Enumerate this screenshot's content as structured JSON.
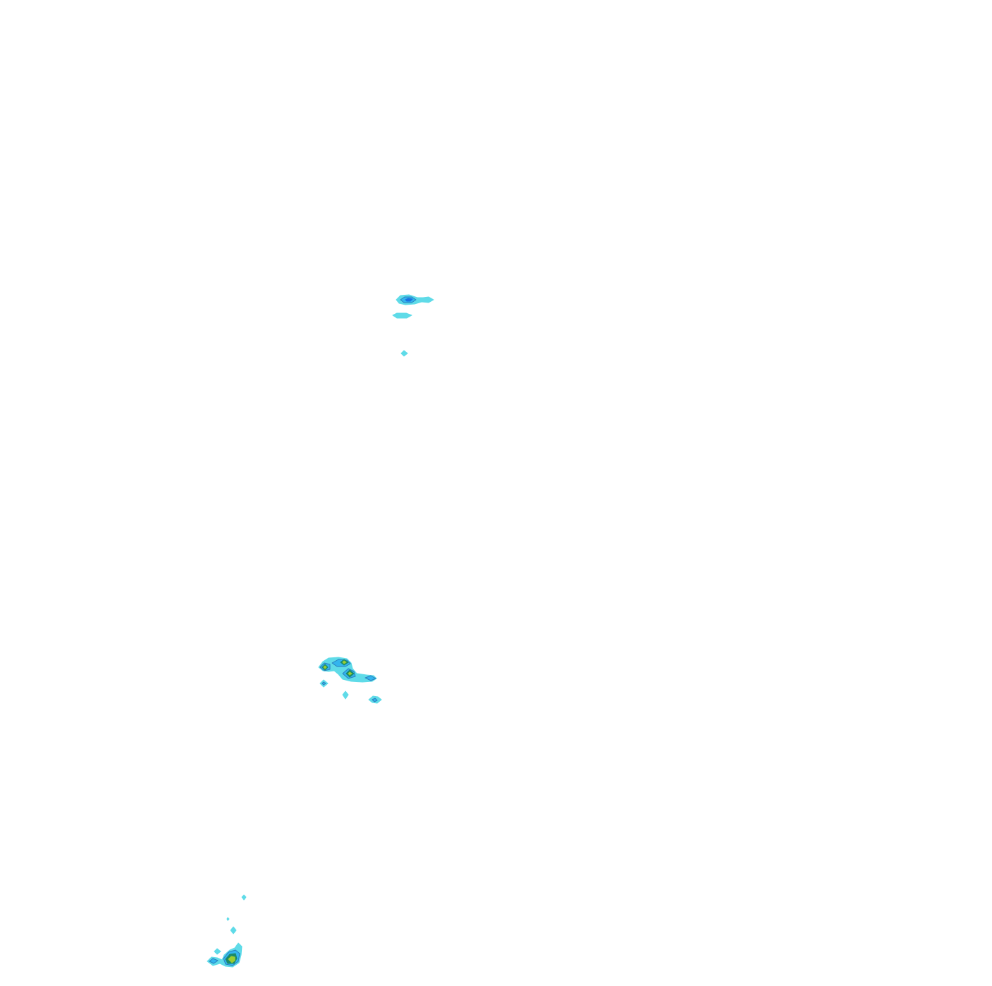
{
  "map": {
    "background": "#ffffff",
    "palette": {
      "level1": "#5fdbe8",
      "level2": "#33b5ee",
      "level3": "#1a73e0",
      "level4": "#1a8a6a",
      "level5": "#9acd32",
      "outline": "#2a7fbf"
    },
    "clusters": [
      {
        "id": "north",
        "blobs": 4
      },
      {
        "id": "central",
        "blobs": 7
      },
      {
        "id": "south",
        "blobs": 6
      }
    ]
  }
}
